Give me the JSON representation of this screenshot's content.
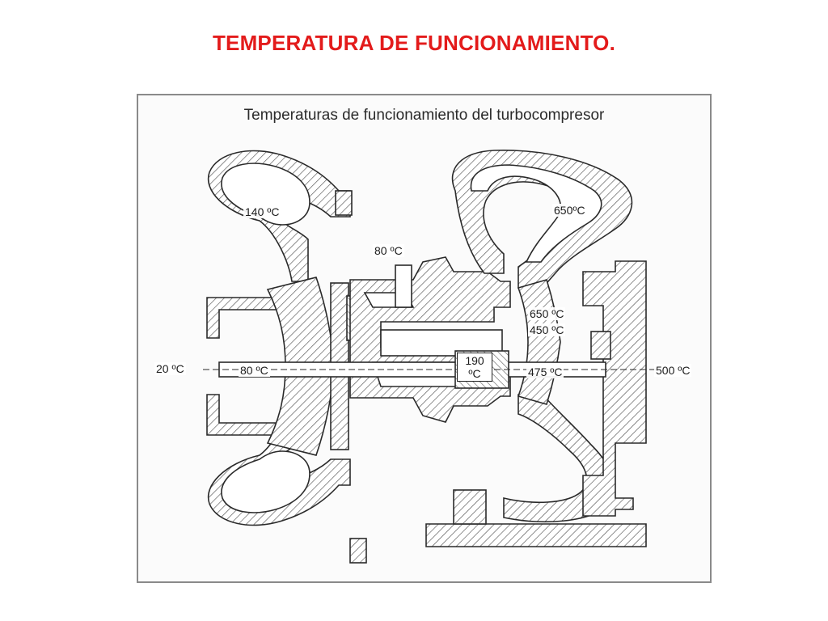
{
  "slide": {
    "title": "TEMPERATURA DE FUNCIONAMIENTO."
  },
  "figure": {
    "title": "Temperaturas de funcionamiento del turbocompresor",
    "temperatures": {
      "compressor_inlet": "20 ºC",
      "compressor_volute": "140 ºC",
      "shaft_compressor_side": "80 ºC",
      "oil_inlet": "80 ºC",
      "bearing_housing": "190 ºC",
      "turbine_volute": "650ºC",
      "turbine_inlet": "650 ºC",
      "turbine_nozzle": "450 ºC",
      "turbine_wheel": "475 ºC",
      "turbine_outlet": "500 ºC"
    }
  }
}
